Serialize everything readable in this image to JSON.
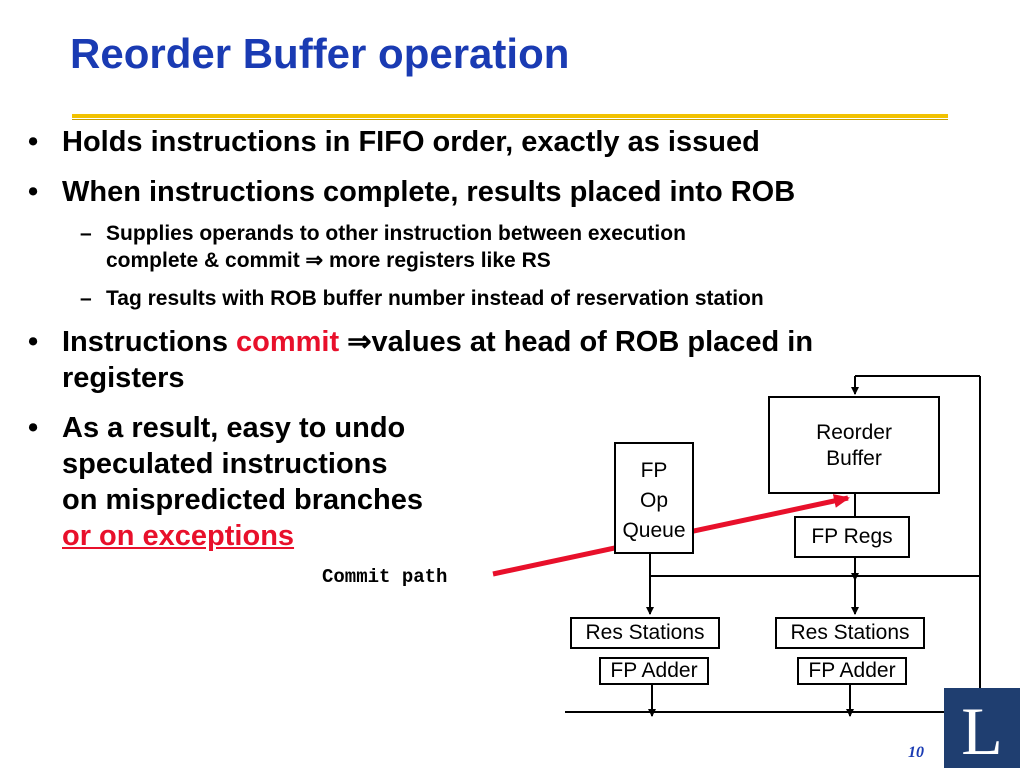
{
  "title": "Reorder Buffer operation",
  "bullets": {
    "b1": "Holds instructions in FIFO order, exactly as issued",
    "b2": "When instructions complete, results placed into ROB",
    "b2_sub1_line1": "Supplies operands to other instruction between execution",
    "b2_sub1_line2": "complete & commit ⇒ more registers like RS",
    "b2_sub2": "Tag results with ROB buffer number instead of reservation station",
    "b3_pre": "Instructions ",
    "b3_commit": "commit",
    "b3_post": " ⇒values at head of ROB placed in",
    "b3_line2": "registers",
    "b4_line1": "As a result, easy to undo",
    "b4_line2": "speculated instructions",
    "b4_line3": "on mispredicted branches",
    "b4_line4": "or on exceptions"
  },
  "bullet_glyph": "•",
  "dash_glyph": "–",
  "diagram": {
    "rob_line1": "Reorder",
    "rob_line2": "Buffer",
    "fpq_line1": "FP",
    "fpq_line2": "Op",
    "fpq_line3": "Queue",
    "fpregs": "FP Regs",
    "res_left": "Res Stations",
    "res_right": "Res Stations",
    "adder_left": "FP Adder",
    "adder_right": "FP Adder",
    "commit_path": "Commit path"
  },
  "colors": {
    "title": "#1a3bb3",
    "accent_red": "#e8102b",
    "rule": "#f2c200",
    "logo_bg": "#1f3e70"
  },
  "logo_letter": "L",
  "page_number": "10"
}
